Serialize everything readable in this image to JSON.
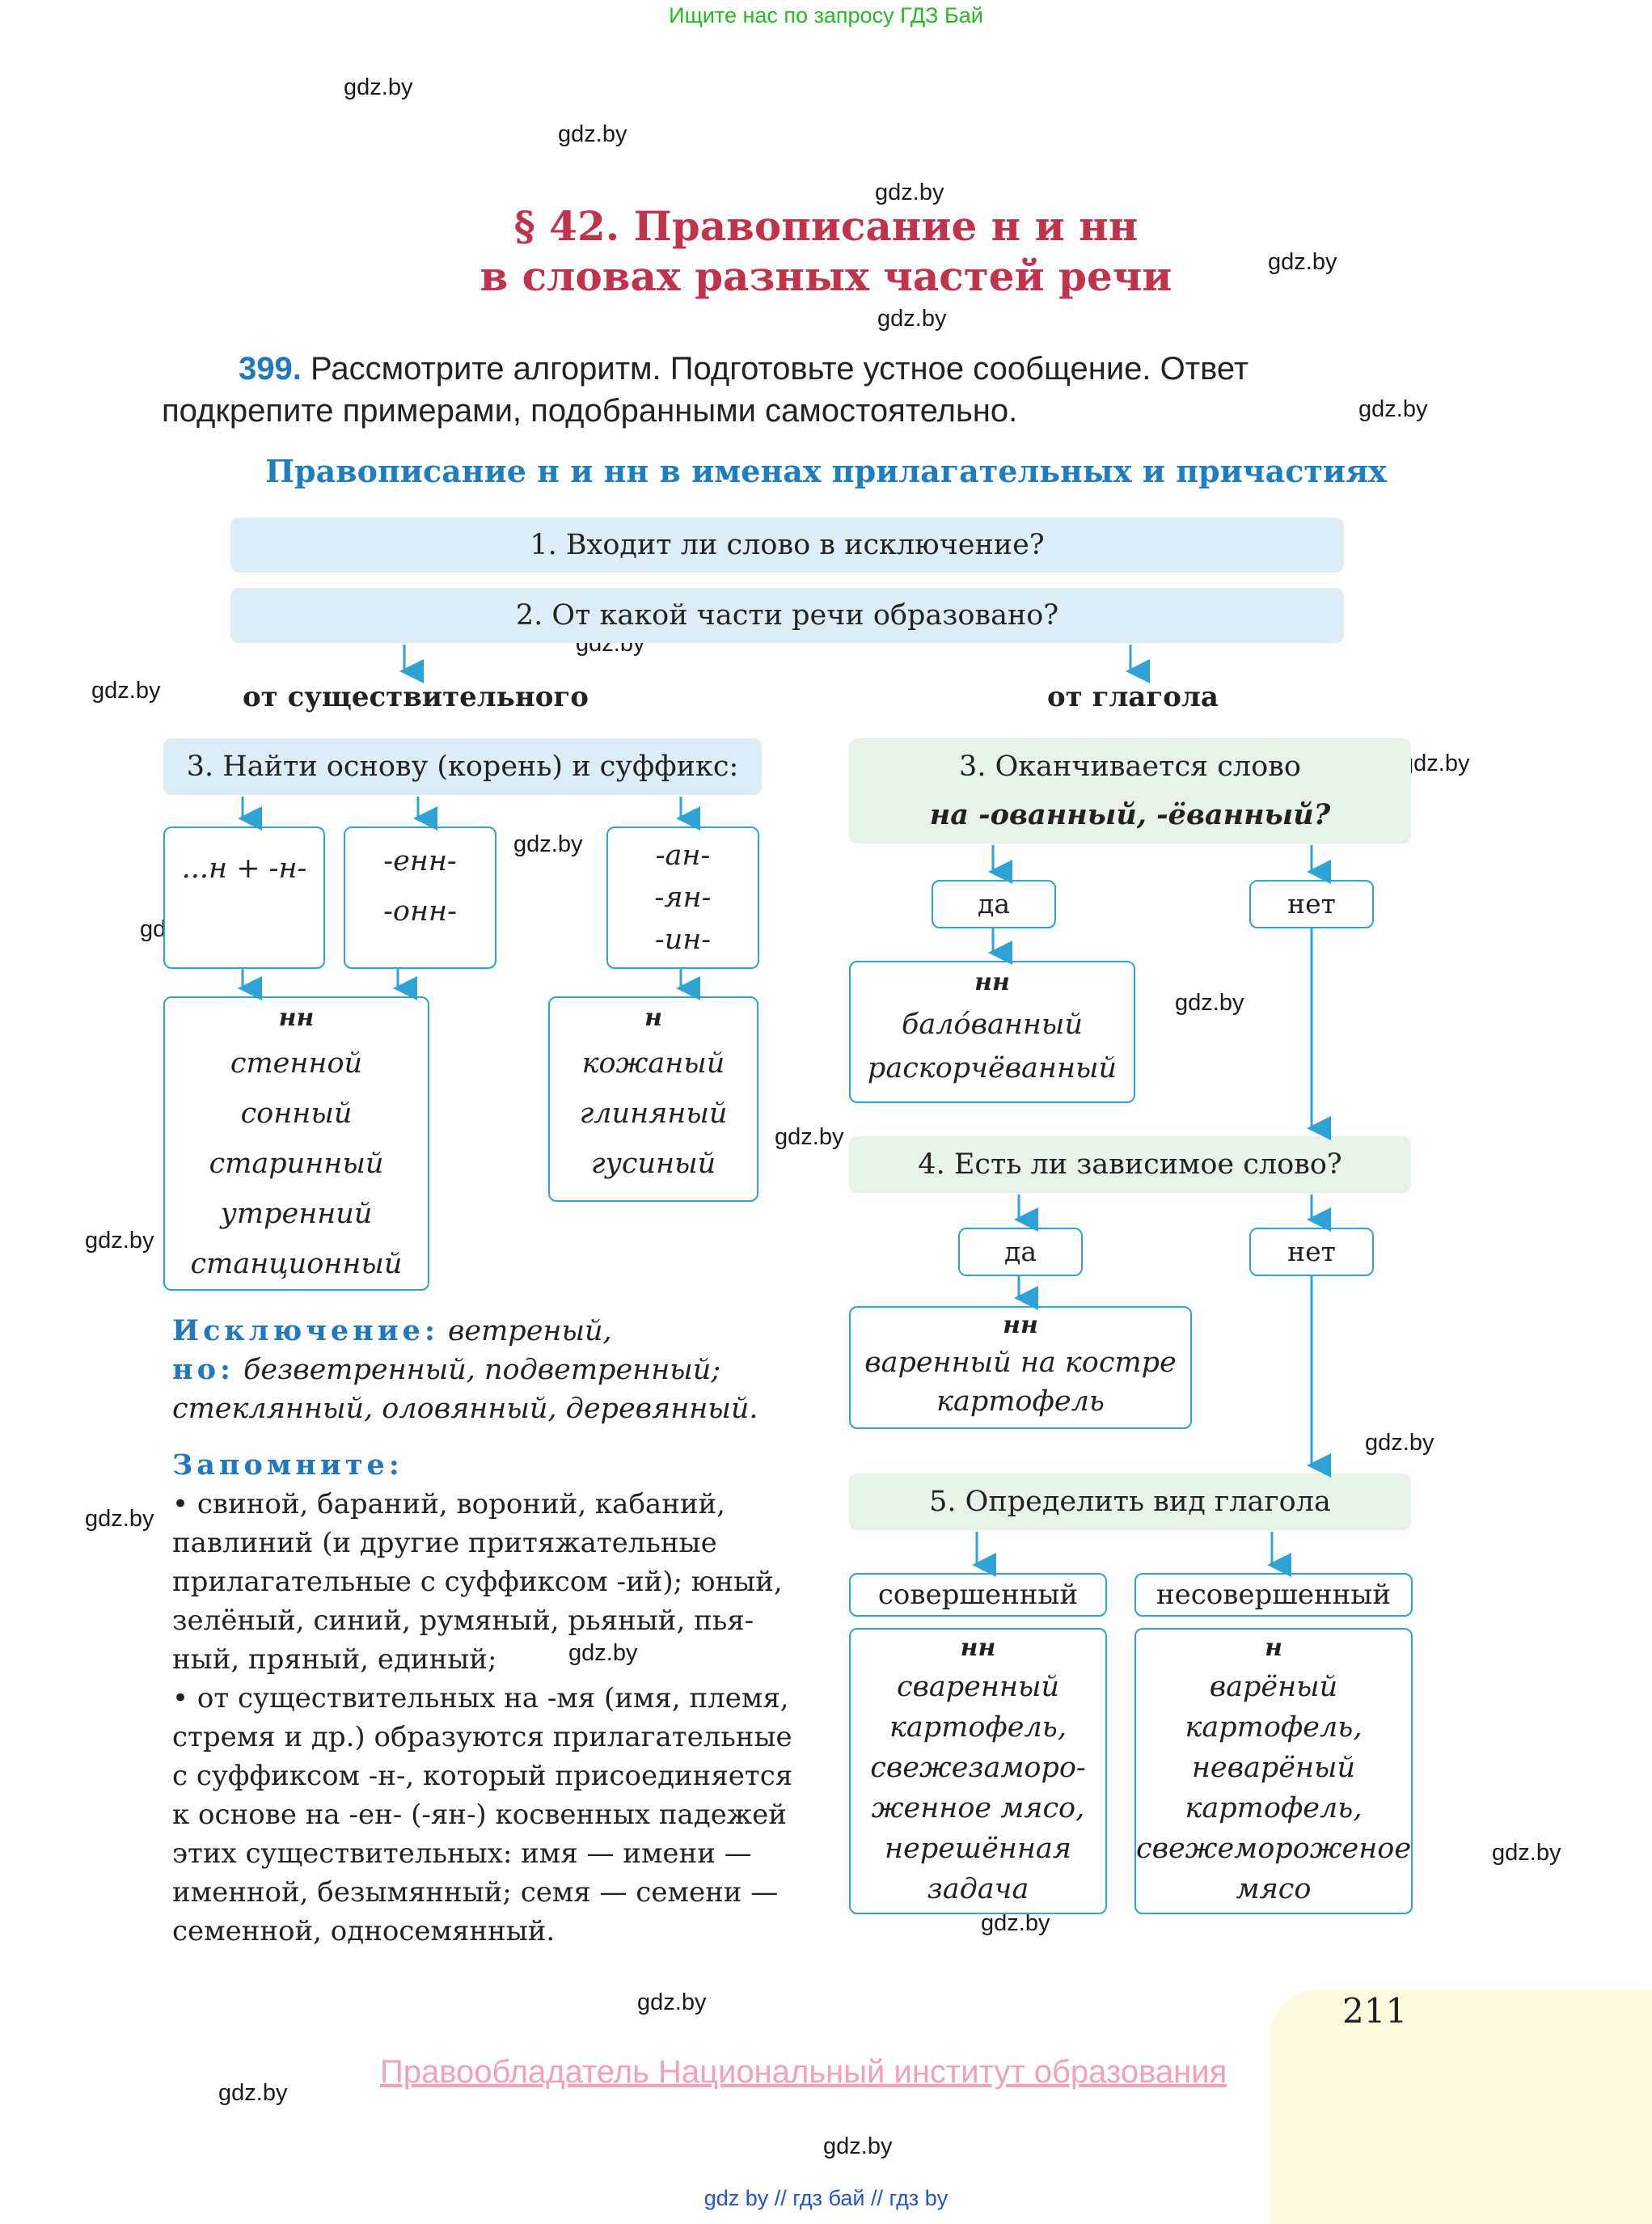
{
  "top_note": "Ищите нас по запросу ГДЗ Бай",
  "watermark": "gdz.by",
  "title_line1": "§ 42. Правописание н и нн",
  "title_line2": "в словах разных частей речи",
  "task_number": "399.",
  "task_text": "Рассмотрите алгоритм. Подготовьте устное сообщение. Ответ подкрепите примерами, подобранными самостоятельно.",
  "subtitle": "Правописание н и нн в именах прилагательных и причастиях",
  "step1": "1. Входит ли слово в исключение?",
  "step2": "2. От какой части речи образовано?",
  "from_noun": "от существительного",
  "from_verb": "от глагола",
  "left": {
    "step3": "3. Найти основу (корень) и суффикс:",
    "suffix_box1": "...н + -н-",
    "suffix_box2": [
      "-енн-",
      "-онн-"
    ],
    "suffix_box3": [
      "-ан-",
      "-ян-",
      "-ин-"
    ],
    "result_nn_head": "нн",
    "result_nn": [
      "стенной",
      "сонный",
      "старинный",
      "утренний",
      "станционный"
    ],
    "result_n_head": "н",
    "result_n": [
      "кожаный",
      "глиняный",
      "гусиный"
    ],
    "exception_label": "Исключение:",
    "exception_text": "ветреный,",
    "but_label": "но:",
    "but_text": "безветренный, подветренный;",
    "but_text2": "стеклянный, оловянный, деревянный.",
    "remember_label": "Запомните:",
    "remember_lines": [
      "• свиной, бараний, вороний, кабаний,",
      "павлиний (и другие притяжательные",
      "прилагательные с суффиксом -ий); юный,",
      "зелёный, синий, румяный, рьяный, пья-",
      "ный, пряный, единый;",
      "• от существительных на -мя (имя, племя,",
      "стремя и др.) образуются прилагательные",
      "с суффиксом -н-, который присоединяется",
      "к основе на -ен- (-ян-) косвенных падежей",
      "этих существительных: имя — имени —",
      "именной, безымянный; семя — семени —",
      "семенной, односемянный."
    ]
  },
  "right": {
    "step3_line1": "3. Оканчивается слово",
    "step3_line2": "на -ованный, -ёванный?",
    "yes": "да",
    "no": "нет",
    "result1_head": "нн",
    "result1": [
      "бало́ванный",
      "раскорчёванный"
    ],
    "step4": "4. Есть ли зависимое слово?",
    "result2_head": "нн",
    "result2": [
      "варенный на костре",
      "картофель"
    ],
    "step5": "5. Определить вид глагола",
    "perfective": "совершенный",
    "imperfective": "несовершенный",
    "perf_head": "нн",
    "perf_examples": [
      "сваренный",
      "картофель,",
      "свежезаморо-",
      "женное мясо,",
      "нерешённая",
      "задача"
    ],
    "imperf_head": "н",
    "imperf_examples": [
      "варёный",
      "картофель,",
      "неварёный",
      "картофель,",
      "свежемороженое",
      "мясо"
    ]
  },
  "page_number": "211",
  "copyright": "Правообладатель Национальный институт образования",
  "footer": "gdz by  //  гдз бай  //  гдз by",
  "colors": {
    "title": "#c0334a",
    "accent_blue": "#1f78c1",
    "arrow": "#2fa3d6",
    "blue_bar": "#dcedf8",
    "green_bar": "#e8f3e8",
    "top_note": "#22bb22",
    "copyright": "#f2a0bc",
    "footer": "#2255cc"
  }
}
